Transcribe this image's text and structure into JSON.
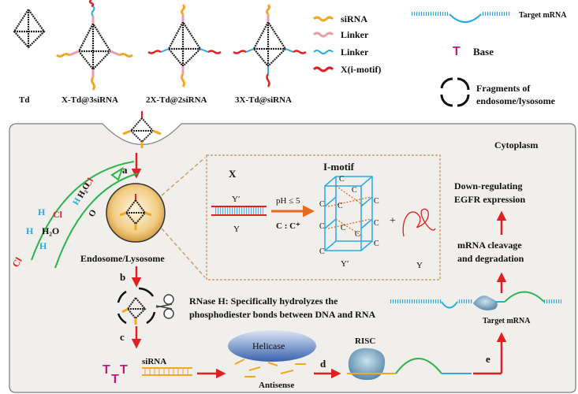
{
  "structures": {
    "td": "Td",
    "x_td_3sirna": "X-Td@3siRNA",
    "x2_td_2sirna": "2X-Td@2siRNA",
    "x3_td_sirna": "3X-Td@siRNA"
  },
  "legend": {
    "sirna": "siRNA",
    "linker1": "Linker",
    "linker2": "Linker",
    "x_imotif": "X(i-motif)",
    "target_mrna": "Target mRNA",
    "base_glyph": "T",
    "base": "Base",
    "fragments_line1": "Fragments of",
    "fragments_line2": "endosome/lysosome"
  },
  "cytoplasm": "Cytoplasm",
  "steps": {
    "a": "a",
    "b": "b",
    "c": "c",
    "d": "d",
    "e": "e"
  },
  "endosome": {
    "label": "Endosome/Lysosome",
    "ions": [
      "Cl",
      "H",
      "H₂O",
      "O",
      "H",
      "Cl",
      "H",
      "H₂O",
      "H",
      "Cl"
    ]
  },
  "inset": {
    "x_label": "X",
    "y_prime": "Y′",
    "y": "Y",
    "ph": "pH ≤ 5",
    "cc": "C : C⁺",
    "imotif_title": "I-motif",
    "c": "C",
    "plus": "+",
    "y_prime_bottom": "Y′",
    "y_bottom": "Y"
  },
  "rnase": {
    "line1": "RNase H: Specifically hydrolyzes the",
    "line2": "phosphodiester bonds between DNA and RNA"
  },
  "bottom": {
    "sirna": "siRNA",
    "helicase": "Helicase",
    "antisense": "Antisense",
    "risc": "RISC",
    "target_mrna": "Target mRNA"
  },
  "right": {
    "down1": "Down-regulating",
    "down2": "EGFR expression",
    "cleave1": "mRNA cleavage",
    "cleave2": "and degradation"
  },
  "colors": {
    "orange": "#f5a623",
    "pink": "#e8a0a8",
    "blue": "#29abe2",
    "red": "#e02020",
    "magenta": "#c2187a",
    "green": "#2db34a",
    "cyan": "#29abe2",
    "bg": "#f1efeb"
  }
}
